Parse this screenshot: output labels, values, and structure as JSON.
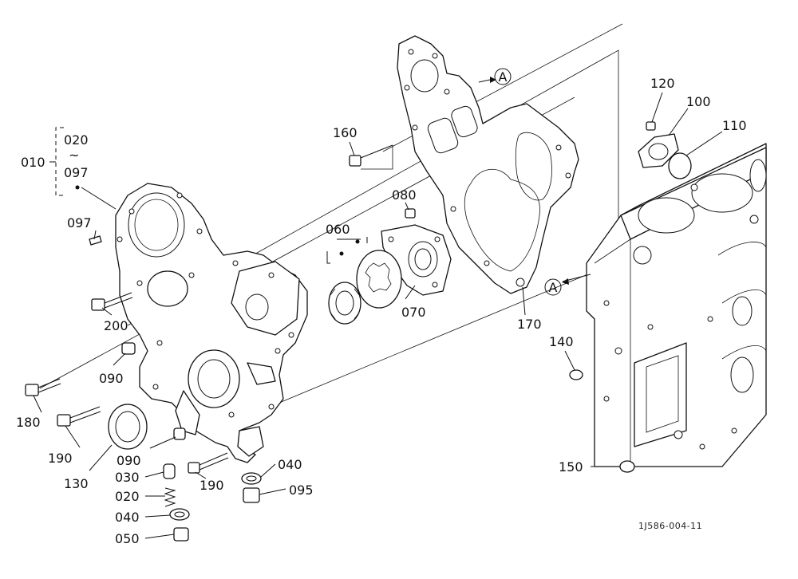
{
  "callouts": {
    "c010": "010",
    "c020": "020",
    "c097a": "097",
    "c097b": "097",
    "c200": "200",
    "c090a": "090",
    "c180": "180",
    "c190a": "190",
    "c130": "130",
    "c090b": "090",
    "c030": "030",
    "c020b": "020",
    "c040a": "040",
    "c050": "050",
    "c190b": "190",
    "c040b": "040",
    "c095": "095",
    "c060": "060",
    "c070": "070",
    "c080": "080",
    "c160": "160",
    "c170": "170",
    "c120": "120",
    "c100": "100",
    "c110": "110",
    "c140": "140",
    "c150": "150"
  },
  "range_symbol": "~",
  "refs": {
    "a_top": "A",
    "a_mid": "A"
  },
  "drawing_code": "1J586-004-11"
}
